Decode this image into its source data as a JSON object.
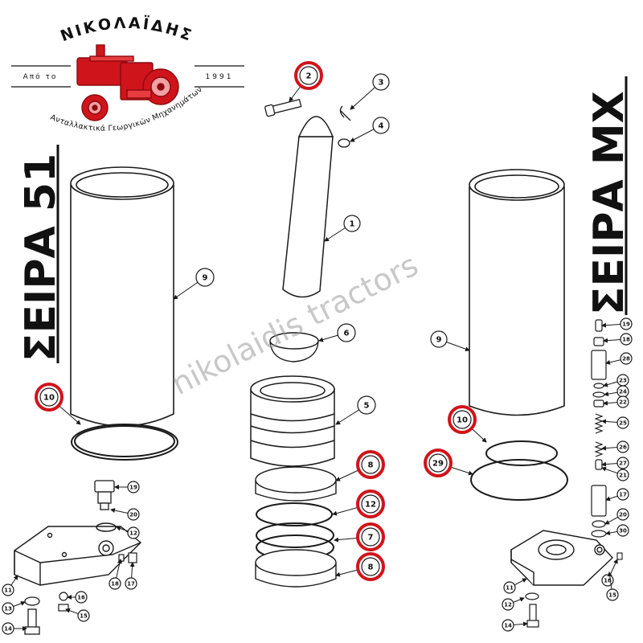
{
  "logo": {
    "brand_name": "ΝΙΚΟΛΑΪΔΗΣ",
    "since_label": "Από το",
    "since_year": "1991",
    "tagline": "Ανταλλακτικά Γεωργικών Μηχανημάτων"
  },
  "watermark": "nikolaidis tractors",
  "series_left_title": "ΣΕΙΡΑ 51",
  "series_right_title": "ΣΕΙΡΑ MX",
  "colors": {
    "highlight_ring": "#d0141b",
    "logo_red": "#d0141b",
    "line": "#1a1a1a"
  },
  "callouts": {
    "center": [
      "2",
      "3",
      "4",
      "1",
      "6",
      "5",
      "8",
      "12",
      "7",
      "8"
    ],
    "left": [
      "9",
      "10",
      "19",
      "20",
      "12",
      "11",
      "18",
      "17",
      "13",
      "16",
      "15",
      "14"
    ],
    "right": [
      "9",
      "10",
      "29",
      "19",
      "18",
      "28",
      "23",
      "24",
      "22",
      "25",
      "26",
      "27",
      "21",
      "17",
      "20",
      "30",
      "11",
      "16",
      "12",
      "15",
      "14"
    ]
  }
}
